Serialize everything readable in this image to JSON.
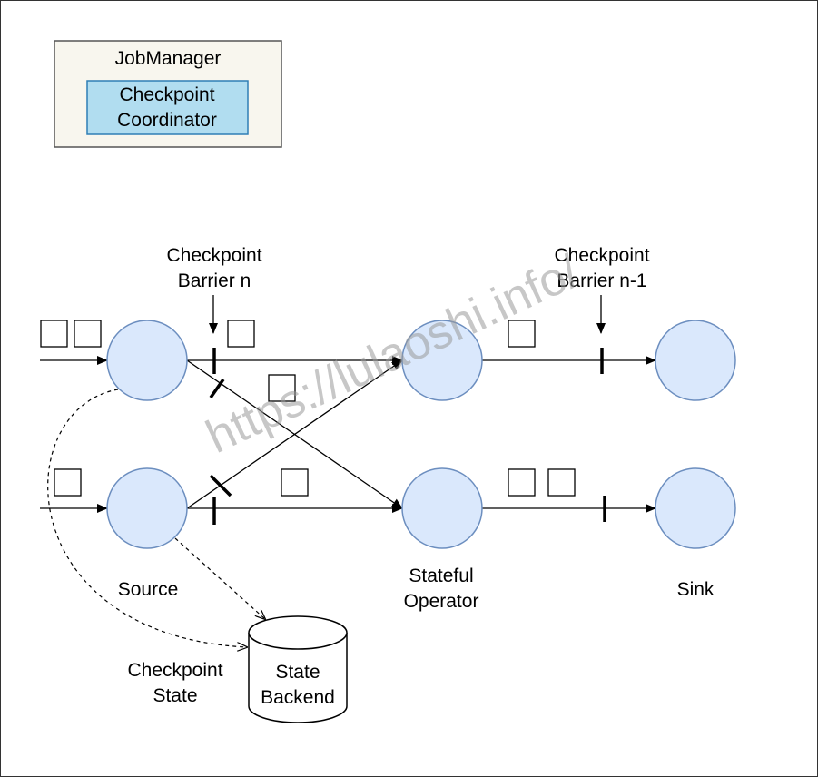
{
  "job_manager": {
    "title": "JobManager",
    "coordinator_line1": "Checkpoint",
    "coordinator_line2": "Coordinator"
  },
  "labels": {
    "barrier_n_line1": "Checkpoint",
    "barrier_n_line2": "Barrier n",
    "barrier_n1_line1": "Checkpoint",
    "barrier_n1_line2": "Barrier n-1",
    "source": "Source",
    "stateful_line1": "Stateful",
    "stateful_line2": "Operator",
    "sink": "Sink",
    "checkpoint_state_line1": "Checkpoint",
    "checkpoint_state_line2": "State",
    "state_backend_line1": "State",
    "state_backend_line2": "Backend"
  },
  "watermark": "https://lulaoshi.info/",
  "colors": {
    "job_manager_fill": "#f8f6ee",
    "coordinator_fill": "#b1ddf0",
    "coordinator_stroke": "#2f7fb5",
    "node_fill": "#dae8fc",
    "node_stroke": "#6c8ebf"
  }
}
